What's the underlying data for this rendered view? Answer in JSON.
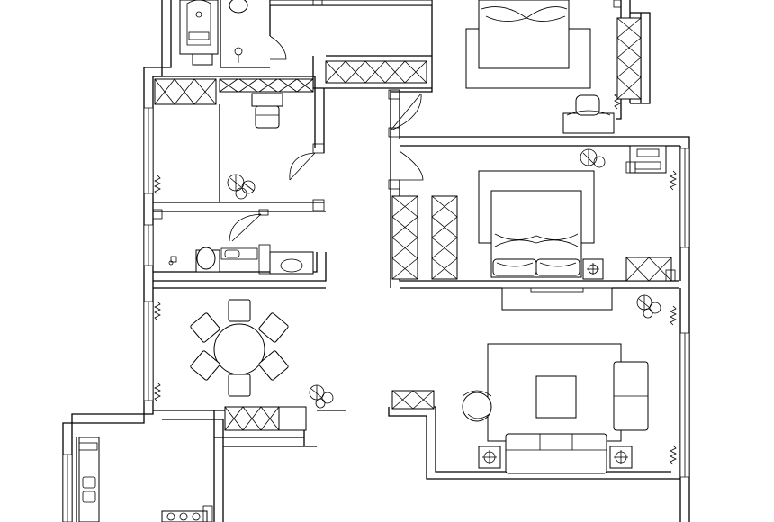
{
  "drawing": {
    "kind": "floor-plan",
    "style": "black line drawing on white",
    "colors": {
      "line": "#000000",
      "background": "#ffffff"
    }
  },
  "rooms": [
    {
      "id": "master-bedroom",
      "items": [
        "double-bed",
        "armchair",
        "wardrobe"
      ]
    },
    {
      "id": "bathroom-top",
      "items": [
        "bathtub",
        "washbasin",
        "toilet"
      ]
    },
    {
      "id": "study",
      "items": [
        "desk-chair",
        "plant",
        "cabinet"
      ]
    },
    {
      "id": "toilet-room",
      "items": [
        "toilet",
        "washbasin",
        "shower"
      ]
    },
    {
      "id": "second-bedroom",
      "items": [
        "double-bed",
        "wardrobe",
        "tv-unit",
        "plant"
      ]
    },
    {
      "id": "dining",
      "items": [
        "round-table",
        "six-chairs",
        "plant",
        "sideboard"
      ]
    },
    {
      "id": "living",
      "items": [
        "sofa",
        "coffee-table",
        "armchair",
        "side-tables",
        "plant"
      ]
    },
    {
      "id": "kitchen",
      "items": [
        "stove",
        "sink",
        "counter"
      ]
    }
  ]
}
